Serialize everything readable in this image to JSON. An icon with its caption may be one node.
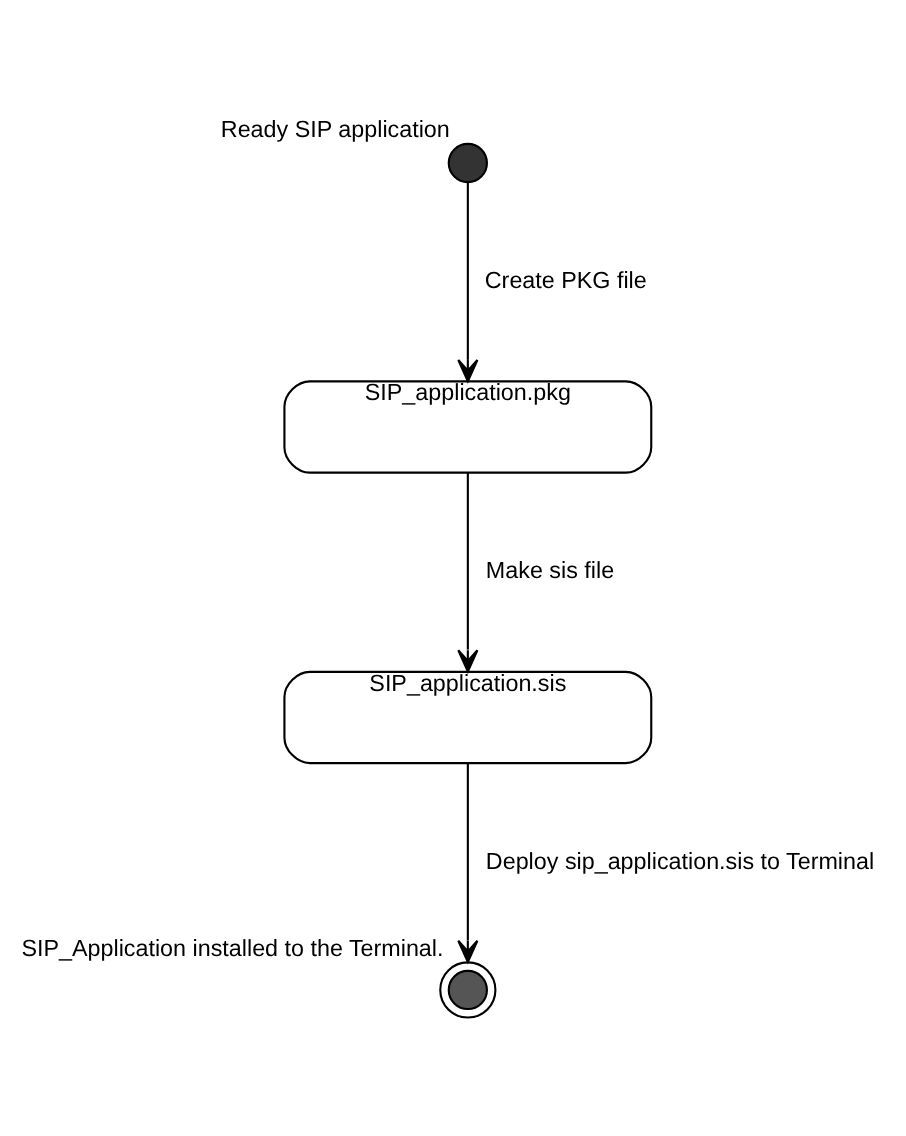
{
  "diagram": {
    "nodes": [
      {
        "text": [],
        "shape": "circle",
        "beside": [
          "Ready SIP application"
        ]
      },
      {
        "text": [
          "SIP_application.pkg"
        ]
      },
      {
        "text": [
          "SIP_application.sis"
        ]
      },
      {
        "text": [],
        "shape": "circle",
        "beside": [
          "SIP_Application installed to the Terminal."
        ]
      }
    ],
    "edges": [
      {
        "from": 0,
        "to": 1,
        "arrow": "to",
        "label": "Create PKG file"
      },
      {
        "from": 1,
        "to": 2,
        "arrow": "to",
        "label": "Make sis file"
      },
      {
        "from": 2,
        "to": 3,
        "arrow": "to",
        "label": "Deploy sip_application.sis to Terminal"
      }
    ]
  }
}
